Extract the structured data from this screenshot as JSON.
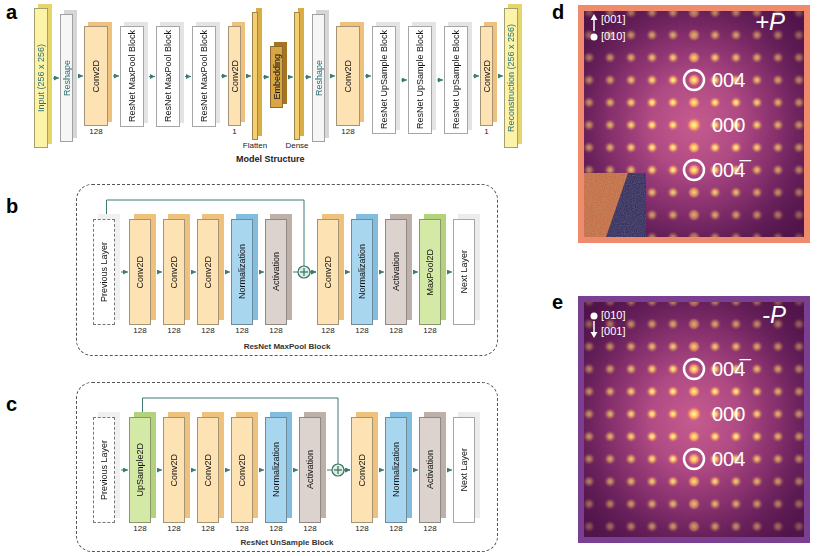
{
  "diagram": {
    "nodes": [
      {
        "text": [
          "Input (256 x 256)"
        ]
      },
      {
        "text": [
          "Reshape"
        ]
      },
      {
        "text": [
          "Conv2D",
          "128"
        ]
      },
      {
        "text": [
          "ResNet MaxPool Block"
        ]
      },
      {
        "text": [
          "ResNet MaxPool Block"
        ]
      },
      {
        "text": [
          "ResNet MaxPool Block"
        ]
      },
      {
        "text": [
          "Conv2D",
          "1"
        ]
      },
      {
        "text": [
          "Flatten"
        ]
      },
      {
        "text": [
          "Embedding"
        ]
      },
      {
        "text": [
          "Dense"
        ]
      },
      {
        "text": [
          "Reshape"
        ]
      },
      {
        "text": [
          "Conv2D",
          "128"
        ]
      },
      {
        "text": [
          "ResNet UpSample Block"
        ]
      },
      {
        "text": [
          "ResNet UpSample Block"
        ]
      },
      {
        "text": [
          "ResNet UpSample Block"
        ]
      },
      {
        "text": [
          "Conv2D",
          "1"
        ]
      },
      {
        "text": [
          "Reconstruction (256 x 256)"
        ]
      },
      {
        "text": [
          "ResNet MaxPool Block"
        ]
      },
      {
        "text": [
          "Previous Layer"
        ],
        "in": 17
      },
      {
        "text": [
          "Conv2D",
          "128"
        ],
        "in": 17
      },
      {
        "text": [
          "Conv2D",
          "128"
        ],
        "in": 17
      },
      {
        "text": [
          "Conv2D",
          "128"
        ],
        "in": 17
      },
      {
        "text": [
          "Normalization",
          "128"
        ],
        "in": 17
      },
      {
        "text": [
          "Activation",
          "128"
        ],
        "in": 17
      },
      {
        "text": [
          "Conv2D",
          "128"
        ],
        "in": 17
      },
      {
        "text": [
          "Normalization",
          "128"
        ],
        "in": 17
      },
      {
        "text": [
          "Activation",
          "128"
        ],
        "in": 17
      },
      {
        "text": [
          "MaxPool2D",
          "128"
        ],
        "in": 17
      },
      {
        "text": [
          "Next Layer"
        ],
        "in": 17
      },
      {
        "text": [
          "ResNet UnSample Block"
        ]
      },
      {
        "text": [
          "Previous Layer"
        ],
        "in": 29
      },
      {
        "text": [
          "UpSample2D",
          "128"
        ],
        "in": 29
      },
      {
        "text": [
          "Conv2D",
          "128"
        ],
        "in": 29
      },
      {
        "text": [
          "Conv2D",
          "128"
        ],
        "in": 29
      },
      {
        "text": [
          "Conv2D",
          "128"
        ],
        "in": 29
      },
      {
        "text": [
          "Normalization",
          "128"
        ],
        "in": 29
      },
      {
        "text": [
          "Activation",
          "128"
        ],
        "in": 29
      },
      {
        "text": [
          "Conv2D",
          "128"
        ],
        "in": 29
      },
      {
        "text": [
          "Normalization",
          "128"
        ],
        "in": 29
      },
      {
        "text": [
          "Activation",
          "128"
        ],
        "in": 29
      },
      {
        "text": [
          "Next Layer"
        ],
        "in": 29
      }
    ],
    "edges": [
      {
        "from": 0,
        "to": 1,
        "arrow": "to"
      },
      {
        "from": 1,
        "to": 2,
        "arrow": "to"
      },
      {
        "from": 2,
        "to": 3,
        "arrow": "to"
      },
      {
        "from": 3,
        "to": 4,
        "arrow": "to"
      },
      {
        "from": 4,
        "to": 5,
        "arrow": "to"
      },
      {
        "from": 5,
        "to": 6,
        "arrow": "to"
      },
      {
        "from": 6,
        "to": 7,
        "arrow": "to"
      },
      {
        "from": 7,
        "to": 8,
        "arrow": "to"
      },
      {
        "from": 8,
        "to": 9,
        "arrow": "to"
      },
      {
        "from": 9,
        "to": 10,
        "arrow": "to"
      },
      {
        "from": 10,
        "to": 11,
        "arrow": "to"
      },
      {
        "from": 11,
        "to": 12,
        "arrow": "to"
      },
      {
        "from": 12,
        "to": 13,
        "arrow": "to"
      },
      {
        "from": 13,
        "to": 14,
        "arrow": "to"
      },
      {
        "from": 14,
        "to": 15,
        "arrow": "to"
      },
      {
        "from": 15,
        "to": 16,
        "arrow": "to"
      },
      {
        "from": 18,
        "to": 19,
        "arrow": "to"
      },
      {
        "from": 19,
        "to": 20,
        "arrow": "to"
      },
      {
        "from": 20,
        "to": 21,
        "arrow": "to"
      },
      {
        "from": 21,
        "to": 22,
        "arrow": "to"
      },
      {
        "from": 22,
        "to": 23,
        "arrow": "to"
      },
      {
        "from": 23,
        "to": 24,
        "arrow": "to"
      },
      {
        "from": 24,
        "to": 25,
        "arrow": "to"
      },
      {
        "from": 25,
        "to": 26,
        "arrow": "to"
      },
      {
        "from": 26,
        "to": 27,
        "arrow": "to"
      },
      {
        "from": 27,
        "to": 28,
        "arrow": "to"
      },
      {
        "from": 18,
        "to": 24,
        "arrow": "to"
      },
      {
        "from": 30,
        "to": 31,
        "arrow": "to"
      },
      {
        "from": 31,
        "to": 32,
        "arrow": "to"
      },
      {
        "from": 32,
        "to": 33,
        "arrow": "to"
      },
      {
        "from": 33,
        "to": 34,
        "arrow": "to"
      },
      {
        "from": 34,
        "to": 35,
        "arrow": "to"
      },
      {
        "from": 35,
        "to": 36,
        "arrow": "to"
      },
      {
        "from": 36,
        "to": 37,
        "arrow": "to"
      },
      {
        "from": 37,
        "to": 38,
        "arrow": "to"
      },
      {
        "from": 38,
        "to": 39,
        "arrow": "to"
      },
      {
        "from": 39,
        "to": 40,
        "arrow": "to"
      },
      {
        "from": 31,
        "to": 37,
        "arrow": "to"
      }
    ],
    "labels": [
      "a",
      "Model Structure",
      "b",
      "c",
      "d",
      "[001]",
      "[010]",
      "+P",
      "004",
      "000",
      "004̅",
      "e",
      "[010]",
      "[001]",
      "-P",
      "004̅",
      "000",
      "004"
    ]
  }
}
